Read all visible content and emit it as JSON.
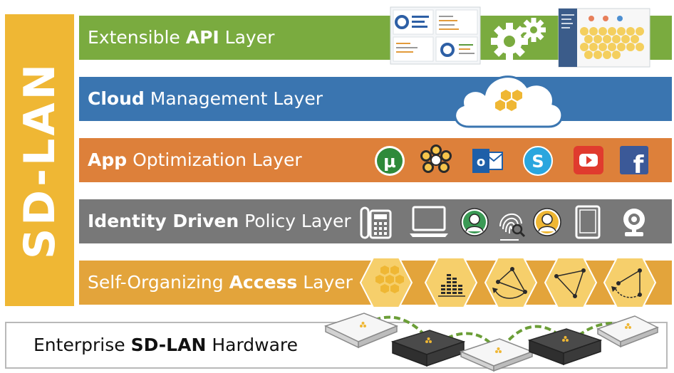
{
  "side_label": "SD-LAN",
  "layers": {
    "api": {
      "pre": "Extensible ",
      "bold": "API",
      "post": " Layer",
      "color": "#7aab3f"
    },
    "cloud": {
      "pre": "",
      "bold": "Cloud",
      "post": " Management Layer",
      "color": "#3a75b0"
    },
    "app": {
      "pre": "",
      "bold": "App",
      "post": " Optimization Layer",
      "color": "#dd803a"
    },
    "identity": {
      "pre": "",
      "bold": "Identity Driven",
      "post": " Policy Layer",
      "color": "#787878"
    },
    "access": {
      "pre": "Self-Organizing ",
      "bold": "Access",
      "post": " Layer",
      "color": "#e3a43b"
    }
  },
  "hardware": {
    "pre": "Enterprise ",
    "bold": "SD-LAN",
    "post": " Hardware"
  },
  "icons": {
    "api": [
      "dashboard-screenshot-icon",
      "gears-icon",
      "hive-map-screenshot-icon"
    ],
    "cloud": [
      "cloud-hive-icon"
    ],
    "app": [
      "utorrent-icon",
      "bee-flower-icon",
      "outlook-icon",
      "skype-icon",
      "youtube-icon",
      "facebook-icon"
    ],
    "identity": [
      "ip-phone-icon",
      "laptop-icon",
      "user-avatar-icon",
      "fingerprint-icon",
      "user-avatar-icon",
      "tablet-icon",
      "webcam-icon"
    ],
    "access": [
      "hive-honeycomb-icon",
      "spectrum-analyzer-icon",
      "roaming-icon",
      "mesh-icon",
      "self-healing-icon"
    ],
    "hardware": [
      "access-point-icon",
      "switch-icon",
      "access-point-icon",
      "switch-icon",
      "access-point-icon"
    ]
  }
}
